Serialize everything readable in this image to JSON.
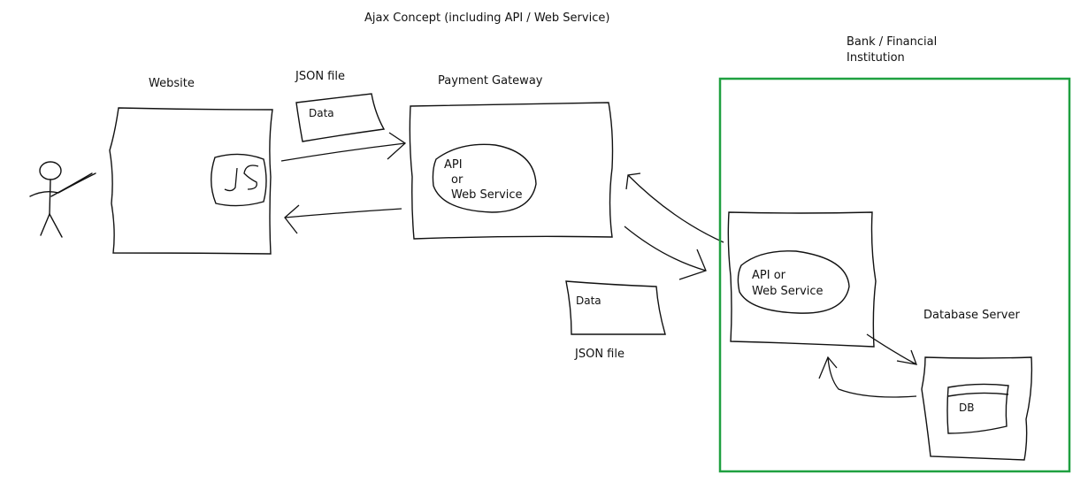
{
  "title": "Ajax Concept (including API / Web Service)",
  "website": {
    "label": "Website",
    "js_badge": "JS"
  },
  "json_file_top": {
    "label": "JSON file",
    "content": "Data"
  },
  "payment_gateway": {
    "label": "Payment Gateway",
    "api_line1": "API",
    "api_line2": "or",
    "api_line3": "Web Service"
  },
  "json_file_bottom": {
    "label": "JSON file",
    "content": "Data"
  },
  "bank": {
    "label_line1": "Bank / Financial",
    "label_line2": "Institution",
    "api_line1": "API or",
    "api_line2": "Web Service",
    "database_server_label": "Database Server",
    "db_label": "DB"
  },
  "colors": {
    "ink": "#111111",
    "bank_border": "#1fa040"
  }
}
